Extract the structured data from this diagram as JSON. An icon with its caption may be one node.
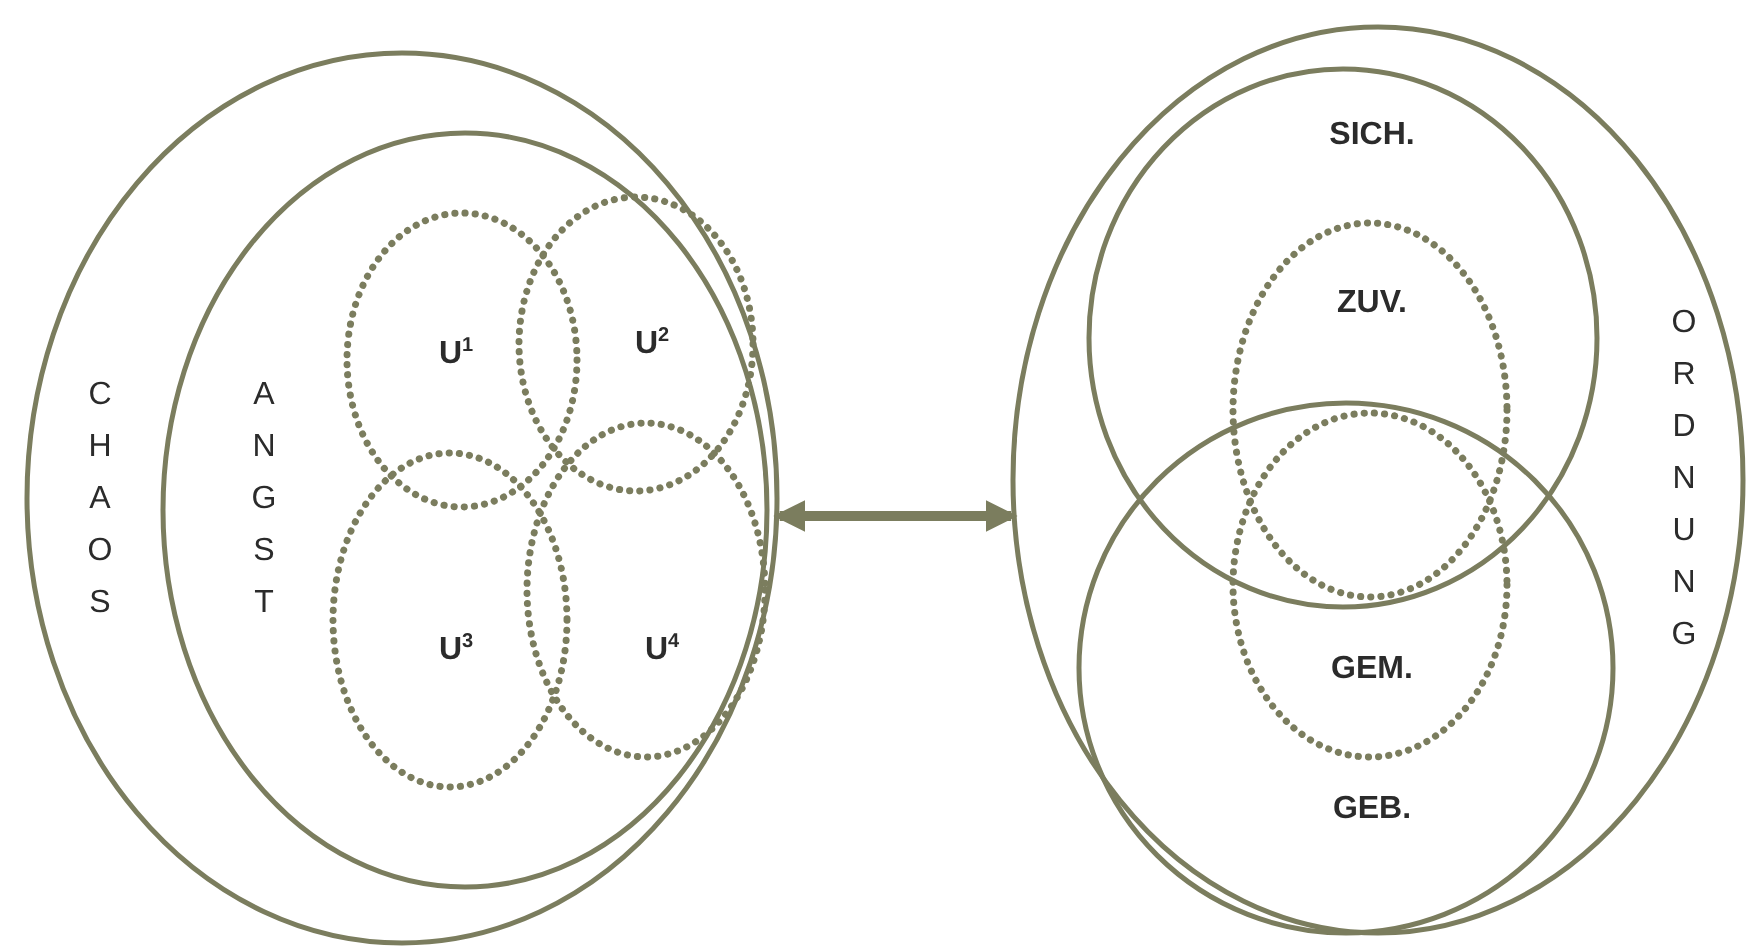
{
  "diagram": {
    "nodes": [
      {
        "text": [
          "CHAOS"
        ]
      },
      {
        "text": [
          "ANGST"
        ],
        "in": 0
      },
      {
        "text": [
          "U$^{1}$"
        ],
        "in": 1
      },
      {
        "text": [
          "U$^{2}$"
        ],
        "in": 1
      },
      {
        "text": [
          "U$^{3}$"
        ],
        "in": 1
      },
      {
        "text": [
          "U$^{4}$"
        ],
        "in": 1
      },
      {
        "text": [
          "ORDNUNG"
        ]
      },
      {
        "text": [
          "SICH."
        ],
        "in": 6
      },
      {
        "text": [
          "ZUV."
        ],
        "in": 7
      },
      {
        "text": [
          "GEB."
        ],
        "in": 6
      },
      {
        "text": [
          "GEM."
        ],
        "in": 9
      }
    ],
    "edges": [
      {
        "from": 0,
        "to": 6,
        "arrow": "both"
      }
    ]
  }
}
